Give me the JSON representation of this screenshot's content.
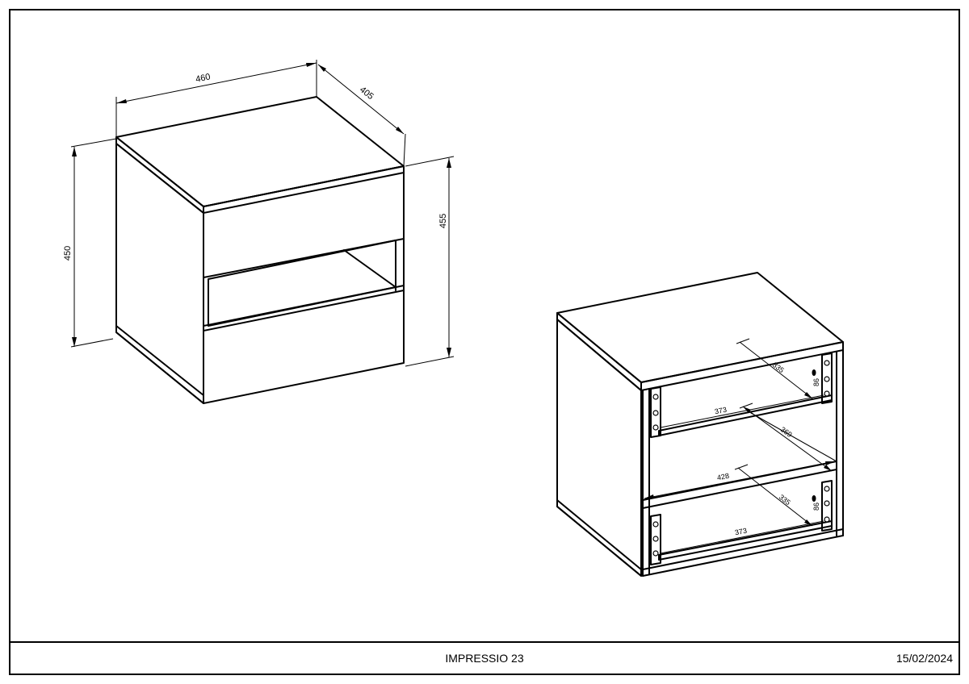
{
  "drawing": {
    "closed_view": {
      "dimensions": {
        "width": "460",
        "depth": "405",
        "height_left": "450",
        "height_right": "455"
      }
    },
    "open_view": {
      "dimensions": {
        "upper_drawer_depth": "335",
        "upper_drawer_height": "86",
        "upper_drawer_width": "373",
        "shelf_depth": "369",
        "shelf_width": "428",
        "lower_drawer_depth": "335",
        "lower_drawer_height": "86",
        "lower_drawer_width": "373"
      }
    }
  },
  "title_block": {
    "product_name": "IMPRESSIO 23",
    "date": "15/02/2024"
  }
}
